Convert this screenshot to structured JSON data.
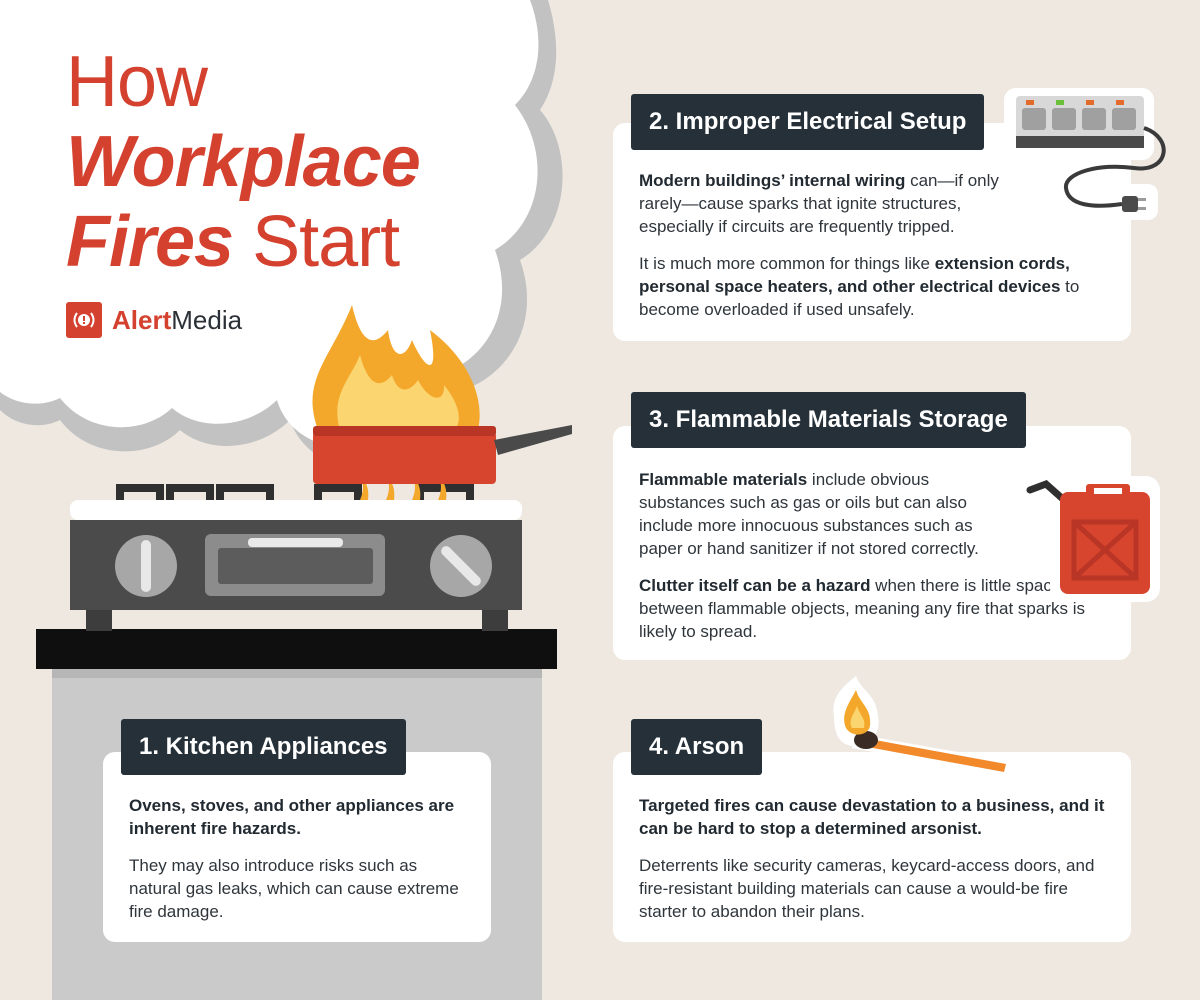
{
  "title": {
    "line1": "How",
    "line2": "Workplace",
    "line3_bold": "Fires",
    "line3_rest": " Start"
  },
  "logo": {
    "text_bold": "Alert",
    "text_rest": "Media",
    "icon": "alert-broadcast-icon"
  },
  "colors": {
    "accent": "#d4412f",
    "label_bg": "#253039",
    "background": "#eee8e1",
    "card_bg": "#ffffff"
  },
  "sections": {
    "s1": {
      "label": "1. Kitchen Appliances",
      "p1_bold": "Ovens, stoves, and other appliances are inherent fire hazards.",
      "p2": "They may also introduce risks such as natural gas leaks, which can cause extreme fire damage."
    },
    "s2": {
      "label": "2. Improper Electrical Setup",
      "p1_bold": "Modern buildings’ internal wiring",
      "p1_rest": " can—if only rarely—cause sparks that ignite structures, especially if circuits are frequently tripped.",
      "p2_pre": "It is much more common for things like ",
      "p2_bold": "extension cords, personal space heaters, and other electrical devices",
      "p2_post": " to become overloaded if used unsafely.",
      "icon": "power-strip-icon"
    },
    "s3": {
      "label": "3. Flammable Materials Storage",
      "p1_bold": "Flammable materials",
      "p1_rest": " include obvious substances such as gas or oils but can also include more innocuous substances such as paper or hand sanitizer if not stored correctly.",
      "p2_bold": "Clutter itself can be a hazard",
      "p2_rest": " when there is little space in between flammable objects, meaning any fire that sparks is likely to spread.",
      "icon": "gas-can-icon"
    },
    "s4": {
      "label": "4. Arson",
      "p1_bold": "Targeted fires can cause devastation to a business, and it can be hard to stop a determined arsonist.",
      "p2": "Deterrents like security cameras, keycard-access doors, and fire-resistant building materials can cause a would-be fire starter to abandon their plans.",
      "icon": "lit-match-icon"
    }
  },
  "illustration": {
    "icon": "stove-with-flaming-pan-icon"
  }
}
